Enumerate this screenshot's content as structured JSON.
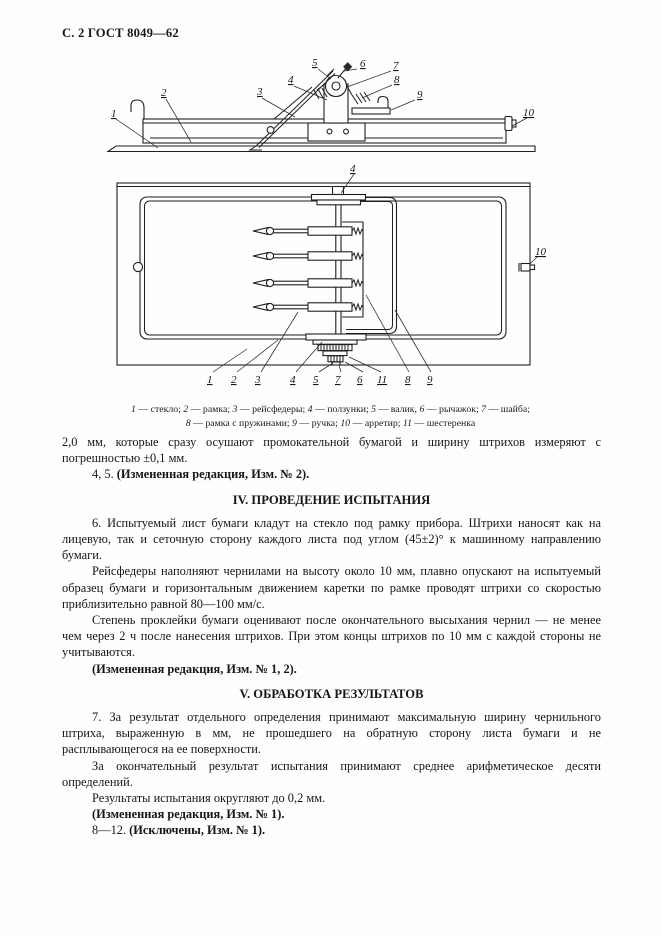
{
  "header": {
    "title": "С. 2 ГОСТ 8049—62"
  },
  "figure": {
    "side_labels": [
      "1",
      "2",
      "3",
      "4",
      "5",
      "6",
      "7",
      "8",
      "9",
      "10"
    ],
    "top_label": "4",
    "right_label": "10",
    "bottom_labels": [
      "1",
      "2",
      "3",
      "4",
      "5",
      "7",
      "6",
      "11",
      "8",
      "9"
    ]
  },
  "legend": {
    "line1": [
      "1",
      " — стекло; ",
      "2",
      " — рамка; ",
      "3",
      " — рейсфедеры; ",
      "4",
      " — ползунки; ",
      "5",
      " — валик, ",
      "6",
      " — рычажок; ",
      "7",
      " — шайба;"
    ],
    "line2": [
      "8",
      " — рамка с пружинами; ",
      "9",
      " — ручка; ",
      "10",
      " — арретир; ",
      "11",
      " — шестеренка"
    ]
  },
  "body": {
    "p_cont": "2,0 мм, которые сразу осушают промокательной бумагой и ширину штрихов измеряют с погрешностью ±0,1 мм.",
    "amend1_prefix": "4, 5. ",
    "amend1_bold": "(Измененная редакция, Изм. № 2).",
    "sec4_title": "IV. ПРОВЕДЕНИЕ ИСПЫТАНИЯ",
    "p6a": "6. Испытуемый лист бумаги кладут на стекло под рамку прибора. Штрихи наносят как на лицевую, так и сеточную сторону каждого листа под углом (45±2)° к машинному направлению бумаги.",
    "p6b": "Рейсфедеры наполняют чернилами на высоту около 10 мм, плавно опускают на испытуемый образец бумаги и горизонтальным движением каретки по рамке проводят штрихи со скоростью приблизительно равной 80—100 мм/с.",
    "p6c": "Степень проклейки бумаги оценивают после окончательного высыхания чернил — не менее чем через 2 ч после нанесения штрихов. При этом концы штрихов по 10 мм с каждой стороны не учитываются.",
    "amend2_bold": "(Измененная редакция, Изм. № 1, 2).",
    "sec5_title": "V. ОБРАБОТКА РЕЗУЛЬТАТОВ",
    "p7a": "7. За результат отдельного определения принимают максимальную ширину чернильного штриха, выраженную в мм, не прошедшего на обратную сторону листа бумаги и не расплывающегося на ее поверхности.",
    "p7b": "За окончательный результат испытания принимают среднее арифметическое десяти определений.",
    "p7c": "Результаты испытания округляют до 0,2 мм.",
    "amend3_bold": "(Измененная редакция, Изм. № 1).",
    "p8_prefix": "8—12. ",
    "p8_bold": "(Исключены, Изм. № 1)."
  }
}
